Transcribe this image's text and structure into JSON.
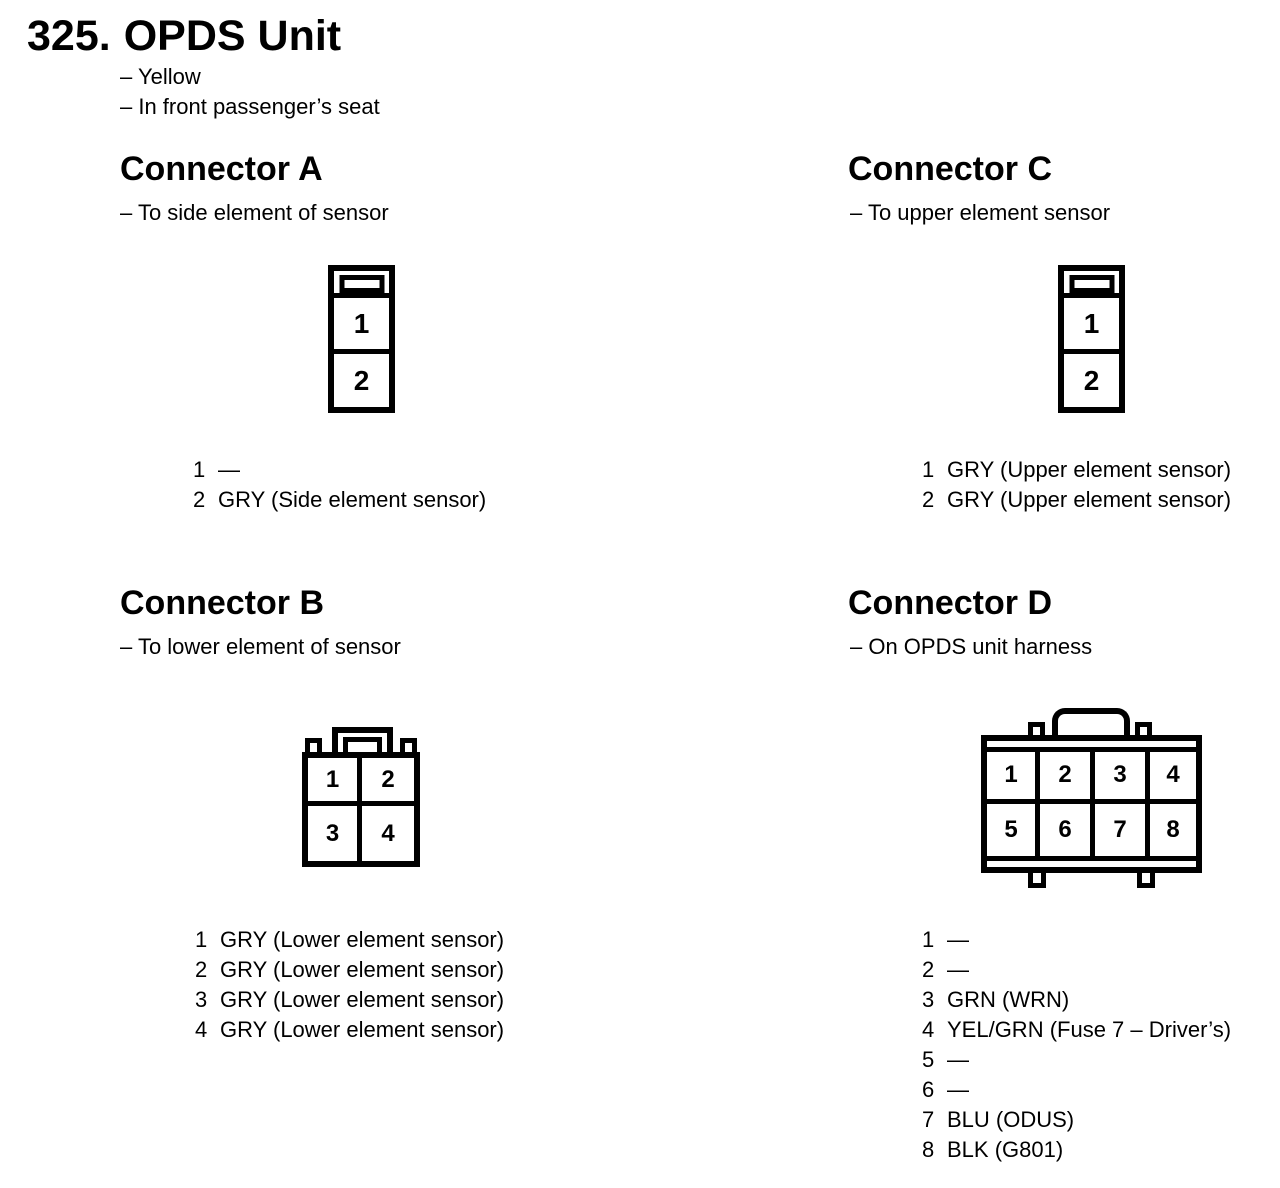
{
  "page": {
    "number": "325.",
    "title": "OPDS Unit",
    "notes": [
      "– Yellow",
      "– In front passenger’s seat"
    ]
  },
  "colors": {
    "ink": "#000000",
    "paper": "#ffffff"
  },
  "sections": {
    "a": {
      "heading": "Connector A",
      "subtitle": "– To side element of sensor",
      "connector_type": "2-pin vertical",
      "pins": [
        "1",
        "2"
      ],
      "pinout": [
        {
          "num": "1",
          "desc": "—"
        },
        {
          "num": "2",
          "desc": "GRY (Side element sensor)"
        }
      ]
    },
    "b": {
      "heading": "Connector B",
      "subtitle": "– To lower element of sensor",
      "connector_type": "4-pin 2x2",
      "pins": [
        "1",
        "2",
        "3",
        "4"
      ],
      "pinout": [
        {
          "num": "1",
          "desc": "GRY (Lower element sensor)"
        },
        {
          "num": "2",
          "desc": "GRY (Lower element sensor)"
        },
        {
          "num": "3",
          "desc": "GRY (Lower element sensor)"
        },
        {
          "num": "4",
          "desc": "GRY (Lower element sensor)"
        }
      ]
    },
    "c": {
      "heading": "Connector C",
      "subtitle": "– To upper element sensor",
      "connector_type": "2-pin vertical",
      "pins": [
        "1",
        "2"
      ],
      "pinout": [
        {
          "num": "1",
          "desc": "GRY (Upper element sensor)"
        },
        {
          "num": "2",
          "desc": "GRY (Upper element sensor)"
        }
      ]
    },
    "d": {
      "heading": "Connector D",
      "subtitle": "– On OPDS unit harness",
      "connector_type": "8-pin 4x2",
      "pins": [
        "1",
        "2",
        "3",
        "4",
        "5",
        "6",
        "7",
        "8"
      ],
      "pinout": [
        {
          "num": "1",
          "desc": "—"
        },
        {
          "num": "2",
          "desc": "—"
        },
        {
          "num": "3",
          "desc": "GRN (WRN)"
        },
        {
          "num": "4",
          "desc": "YEL/GRN (Fuse 7 – Driver’s)"
        },
        {
          "num": "5",
          "desc": "—"
        },
        {
          "num": "6",
          "desc": "—"
        },
        {
          "num": "7",
          "desc": "BLU (ODUS)"
        },
        {
          "num": "8",
          "desc": "BLK (G801)"
        }
      ]
    }
  }
}
